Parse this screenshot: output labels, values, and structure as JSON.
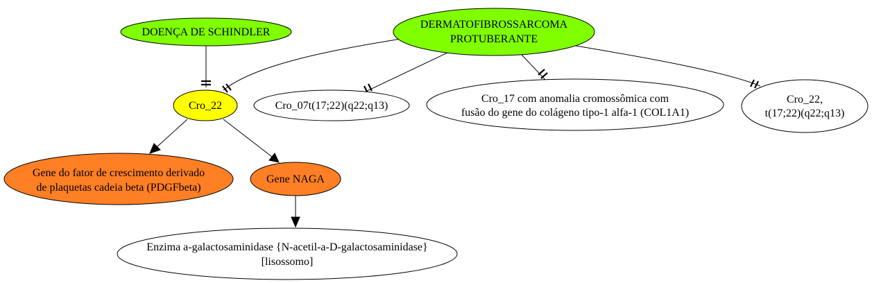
{
  "nodes": {
    "schindler": {
      "lines": [
        "DOENÇA DE SCHINDLER"
      ],
      "fill": "#7fff00"
    },
    "dfsp": {
      "lines": [
        "DERMATOFIBROSSARCOMA",
        "PROTUBERANTE"
      ],
      "fill": "#7fff00"
    },
    "cro22": {
      "lines": [
        "Cro_22"
      ],
      "fill": "#ffff00"
    },
    "cro07": {
      "lines": [
        "Cro_07t(17;22)(q22;q13)"
      ],
      "fill": "#ffffff"
    },
    "cro17": {
      "lines": [
        "Cro_17 com anomalia cromossômica com",
        "fusão do gene do colágeno tipo-1 alfa-1 (COL1A1)"
      ],
      "fill": "#ffffff"
    },
    "cro22t": {
      "lines": [
        "Cro_22,",
        "t(17;22)(q22;q13)"
      ],
      "fill": "#ffffff"
    },
    "pdgf": {
      "lines": [
        "Gene do fator de crescimento derivado",
        "de plaquetas cadeia beta (PDGFbeta)"
      ],
      "fill": "#ff7f24"
    },
    "naga": {
      "lines": [
        "Gene NAGA"
      ],
      "fill": "#ff7f24"
    },
    "enzima": {
      "lines": [
        "Enzima a-galactosaminidase {N-acetil-a-D-galactosaminidase}",
        "[lisossomo]"
      ],
      "fill": "#ffffff"
    }
  }
}
